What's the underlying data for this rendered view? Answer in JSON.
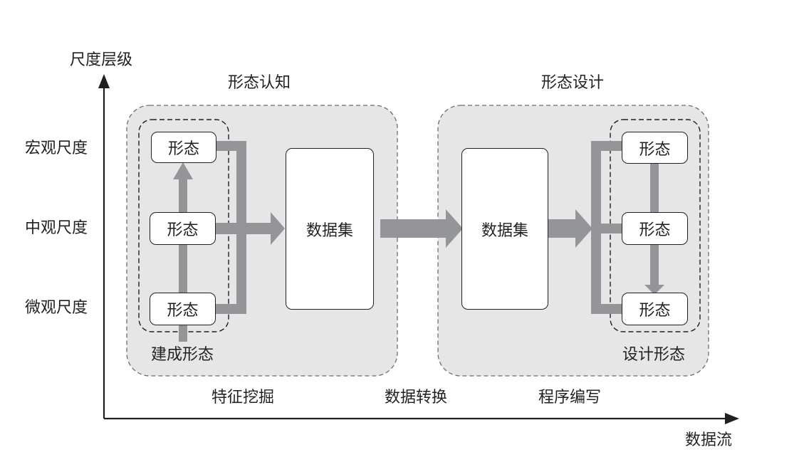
{
  "axes": {
    "y_label": "尺度层级",
    "x_label": "数据流",
    "levels": [
      "宏观尺度",
      "中观尺度",
      "微观尺度"
    ]
  },
  "left_panel": {
    "title": "形态认知",
    "group_label": "建成形态",
    "nodes": [
      "形态",
      "形态",
      "形态"
    ],
    "dataset": "数据集"
  },
  "right_panel": {
    "title": "形态设计",
    "group_label": "设计形态",
    "nodes": [
      "形态",
      "形态",
      "形态"
    ],
    "dataset": "数据集"
  },
  "process_labels": {
    "feature_mining": "特征挖掘",
    "data_transform": "数据转换",
    "programming": "程序编写"
  },
  "colors": {
    "panel_fill": "#e6e6e7",
    "panel_border": "#6d6e71",
    "arrow": "#939598",
    "line": "#231f20"
  }
}
